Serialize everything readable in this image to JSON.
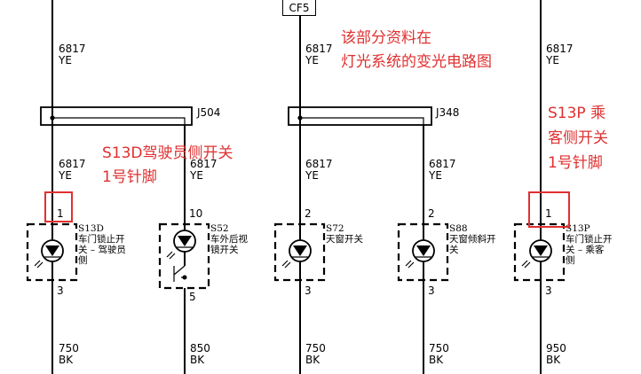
{
  "connector_top": "CF5",
  "note": "该部分资料在\n灯光系统的变光电路图",
  "connectors": [
    {
      "id": "J504"
    },
    {
      "id": "J348"
    }
  ],
  "wires_top": [
    {
      "num": "6817",
      "color": "YE"
    },
    {
      "num": "6817",
      "color": "YE"
    },
    {
      "num": "6817",
      "color": "YE"
    }
  ],
  "wires_mid": [
    {
      "num": "6817",
      "color": "YE"
    },
    {
      "num": "6817",
      "color": "YE"
    },
    {
      "num": "6817",
      "color": "YE"
    },
    {
      "num": "6817",
      "color": "YE"
    }
  ],
  "switches": [
    {
      "id": "S13D",
      "desc": "车门锁止开\n关 – 驾驶员\n侧",
      "pin_top": "1",
      "pin_bottom": "3"
    },
    {
      "id": "S52",
      "desc": "车外后视\n镜开关",
      "pin_top": "10",
      "pin_bottom": "5"
    },
    {
      "id": "S72",
      "desc": "天窗开关",
      "pin_top": "2",
      "pin_bottom": "3"
    },
    {
      "id": "S88",
      "desc": "天窗倾斜开\n关",
      "pin_top": "2",
      "pin_bottom": "3"
    },
    {
      "id": "S13P",
      "desc": "车门锁止开\n关 – 乘客\n侧",
      "pin_top": "1",
      "pin_bottom": "3"
    }
  ],
  "wires_bottom": [
    {
      "num": "750",
      "color": "BK"
    },
    {
      "num": "850",
      "color": "BK"
    },
    {
      "num": "750",
      "color": "BK"
    },
    {
      "num": "750",
      "color": "BK"
    },
    {
      "num": "950",
      "color": "BK"
    }
  ],
  "annotations": {
    "driver": "S13D驾驶员侧开关\n1号针脚",
    "passenger": "S13P 乘\n客侧开关\n1号针脚"
  }
}
